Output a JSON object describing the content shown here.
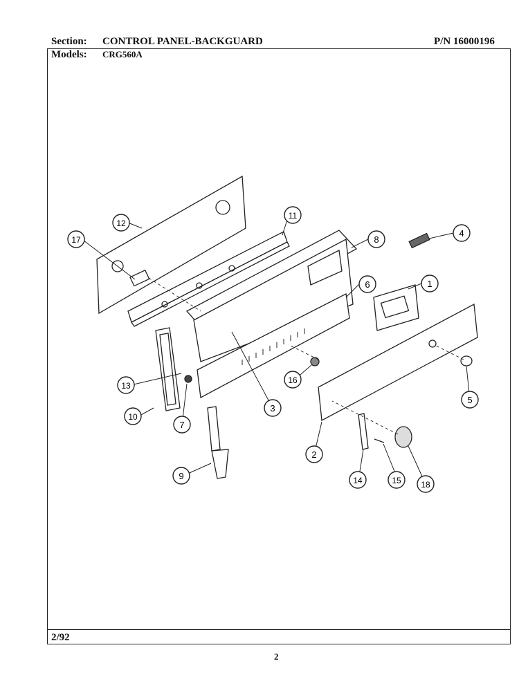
{
  "header": {
    "section_label": "Section:",
    "section_value": "CONTROL PANEL-BACKGUARD",
    "part_number": "P/N 16000196",
    "models_label": "Models:",
    "models_value": "CRG560A"
  },
  "footer": {
    "date": "2/92",
    "page_number": "2"
  },
  "callouts": [
    "1",
    "2",
    "3",
    "4",
    "5",
    "6",
    "7",
    "8",
    "9",
    "10",
    "11",
    "12",
    "13",
    "14",
    "15",
    "16",
    "17",
    "18"
  ]
}
